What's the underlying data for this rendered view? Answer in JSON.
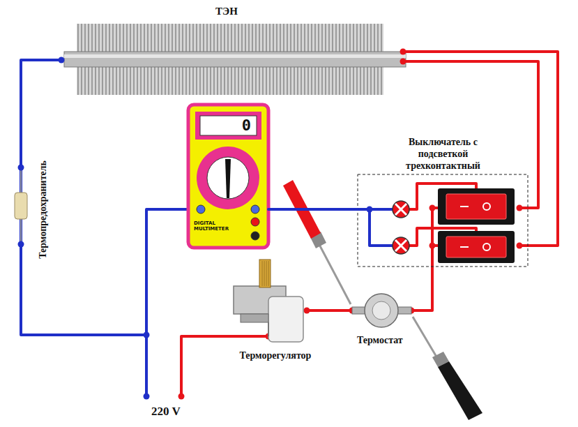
{
  "diagram": {
    "nodes": [
      {
        "text": [
          "0",
          "DIGITAL MULTIMETER"
        ]
      },
      {
        "text": [
          "Выключатель с подсветкой трехконтактный"
        ]
      }
    ],
    "edges": [
      {
        "from": 0,
        "to": 1,
        "arrow": "none"
      }
    ],
    "labels": [
      "ТЭН",
      "Термопредохранитель",
      "Терморегулятор",
      "Термостат",
      "220 V"
    ]
  }
}
